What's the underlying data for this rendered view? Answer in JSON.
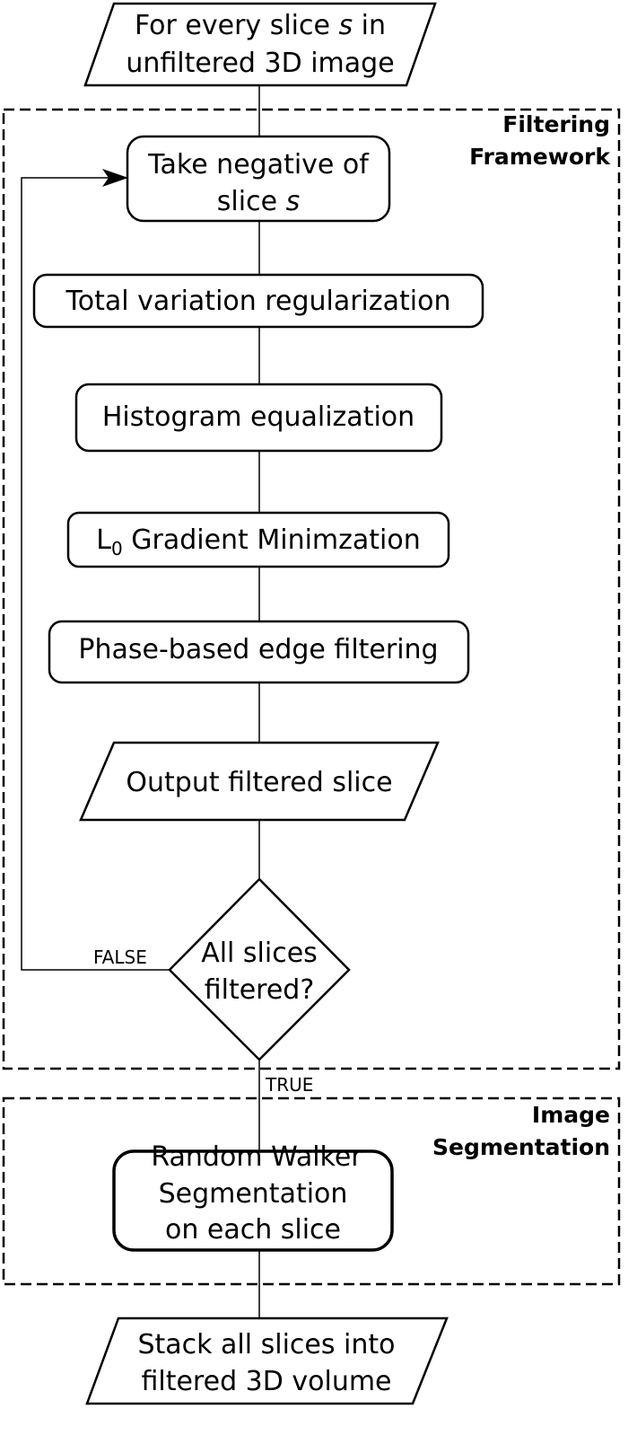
{
  "nodes": {
    "input": [
      "For every slice ",
      "s",
      " in",
      "unfiltered 3D image"
    ],
    "negative": [
      "Take negative of",
      "slice ",
      "s"
    ],
    "tv": "Total variation regularization",
    "histeq": "Histogram equalization",
    "l0": [
      "L",
      "0",
      " Gradient Minimzation"
    ],
    "phase": "Phase-based edge filtering",
    "output": "Output filtered slice",
    "decision": [
      "All slices",
      "filtered?"
    ],
    "rw": [
      "Random Walker",
      "Segmentation",
      "on each slice"
    ],
    "stack": [
      "Stack all slices into",
      "filtered 3D volume"
    ]
  },
  "edges": {
    "false_label": "FALSE",
    "true_label": "TRUE"
  },
  "regions": {
    "filtering": [
      "Filtering",
      "Framework"
    ],
    "segmentation": [
      "Image",
      "Segmentation"
    ]
  }
}
